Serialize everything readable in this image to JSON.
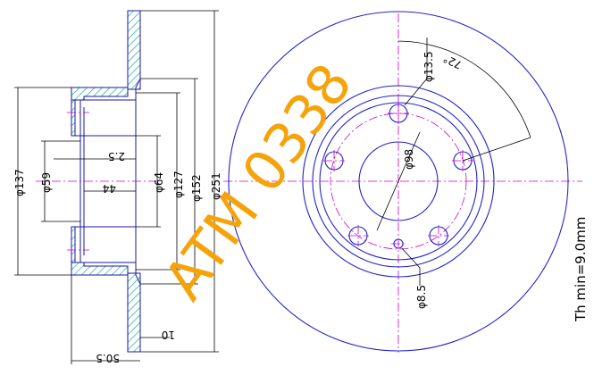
{
  "watermark": "ATM 0338",
  "note": "Th min=9.0mm",
  "colors": {
    "outline": "#2222cc",
    "center_lines": "#cc00cc",
    "hatch": "#00a0a0",
    "watermark": "#f5a30a"
  },
  "side_view": {
    "dim_outer_diameter": "φ251",
    "dim_friction_inner": "φ152",
    "dim_hat_outer": "φ127",
    "dim_hub_bore": "φ64",
    "dim_hat_diameter": "φ137",
    "dim_center_bore": "φ59",
    "dim_hat_wall": "2.5",
    "dim_hat_depth": "44",
    "dim_disc_thickness": "10",
    "dim_total_height": "50.5"
  },
  "front_view": {
    "dim_bolt_hole": "φ13.5",
    "dim_angle": "72°",
    "dim_pcd": "φ98",
    "dim_small_hole": "φ8.5"
  }
}
